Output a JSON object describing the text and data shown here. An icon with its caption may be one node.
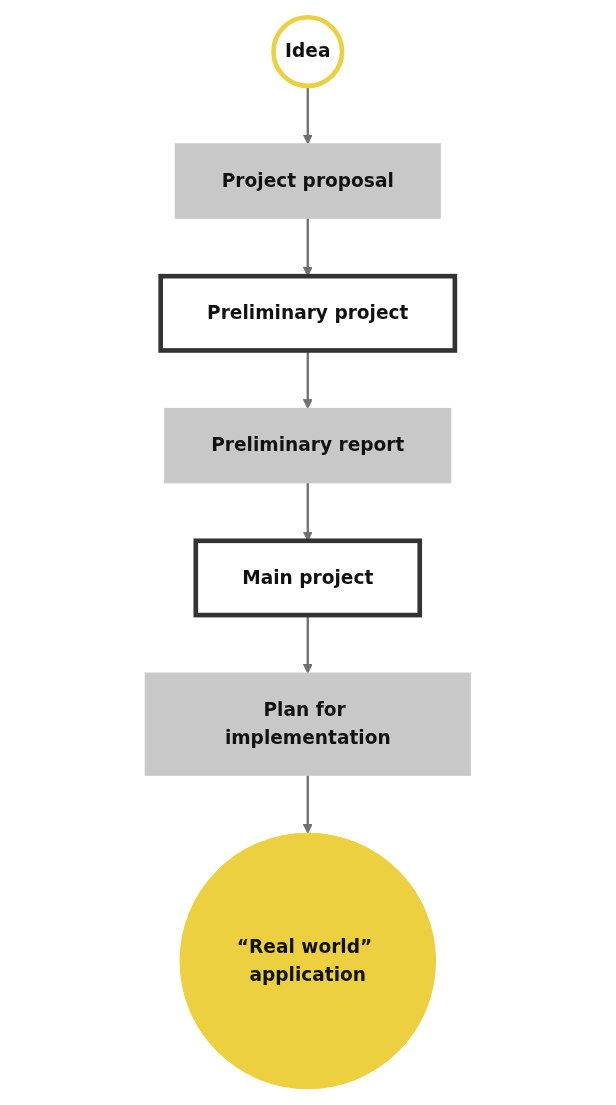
{
  "diagram": {
    "nodes": [
      {
        "text": [
          "Idea"
        ]
      },
      {
        "text": [
          "Project proposal"
        ]
      },
      {
        "text": [
          "Preliminary project"
        ]
      },
      {
        "text": [
          "Preliminary report"
        ]
      },
      {
        "text": [
          "Main project"
        ]
      },
      {
        "text": [
          "Plan for implementation"
        ]
      },
      {
        "text": [
          "“Real world” application"
        ]
      }
    ],
    "edges": [
      {
        "from": 0,
        "to": 1,
        "arrow": "to"
      },
      {
        "from": 1,
        "to": 2,
        "arrow": "to"
      },
      {
        "from": 2,
        "to": 3,
        "arrow": "to"
      },
      {
        "from": 3,
        "to": 4,
        "arrow": "to"
      },
      {
        "from": 4,
        "to": 5,
        "arrow": "to"
      },
      {
        "from": 5,
        "to": 6,
        "arrow": "to"
      }
    ]
  }
}
